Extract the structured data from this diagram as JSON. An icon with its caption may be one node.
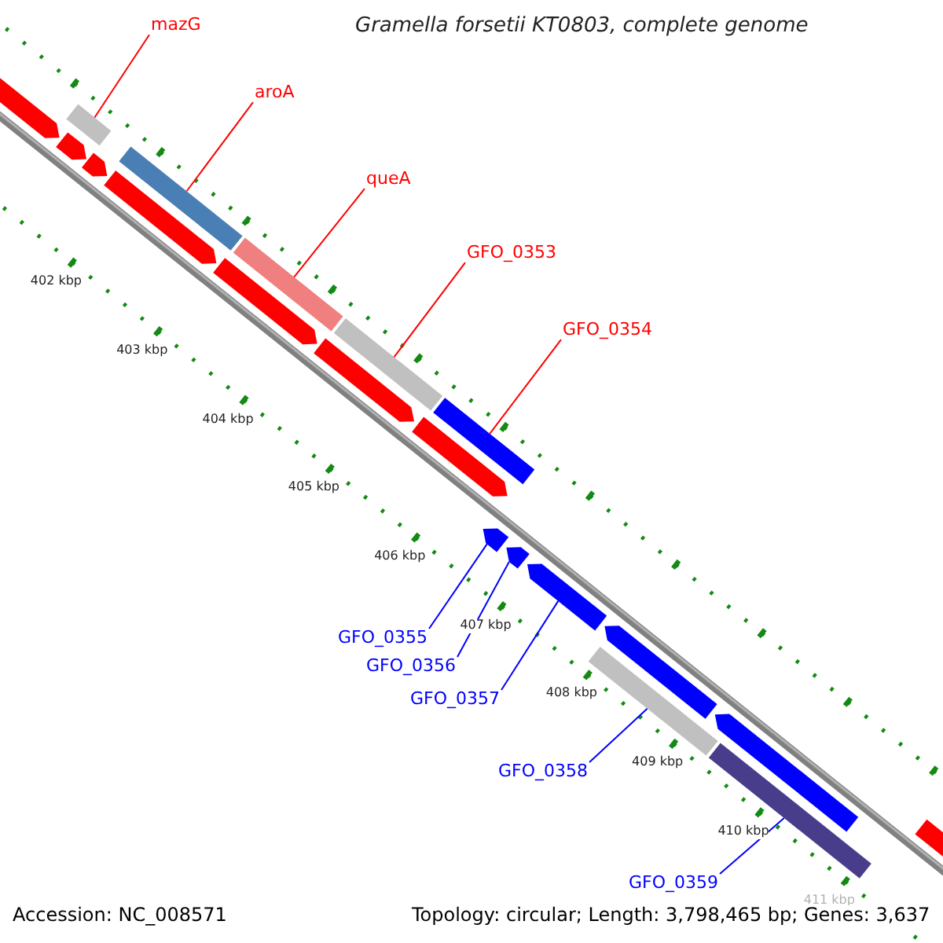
{
  "diagram": {
    "title": "Gramella forsetii KT0803, complete genome",
    "nodes": [
      {
        "text": [
          "mazG"
        ]
      },
      {
        "text": [
          "aroA"
        ]
      },
      {
        "text": [
          "queA"
        ]
      },
      {
        "text": [
          "GFO_0353"
        ]
      },
      {
        "text": [
          "GFO_0354"
        ]
      },
      {
        "text": [
          "GFO_0355"
        ]
      },
      {
        "text": [
          "GFO_0356"
        ]
      },
      {
        "text": [
          "GFO_0357"
        ]
      },
      {
        "text": [
          "GFO_0358"
        ]
      },
      {
        "text": [
          "GFO_0359"
        ]
      },
      {
        "text": [],
        "shape": "bar"
      },
      {
        "text": [],
        "shape": "bar"
      },
      {
        "text": [],
        "shape": "bar"
      },
      {
        "text": [],
        "shape": "bar"
      },
      {
        "text": [],
        "shape": "bar"
      },
      {
        "text": [],
        "shape": "bar"
      },
      {
        "text": [],
        "shape": "bar"
      },
      {
        "text": [],
        "shape": "bar"
      },
      {
        "text": [],
        "shape": "bar"
      },
      {
        "text": [],
        "shape": "bar"
      },
      {
        "text": [],
        "shape": "bar"
      },
      {
        "text": [],
        "shape": "bar"
      },
      {
        "text": [],
        "shape": "bar"
      },
      {
        "text": [],
        "shape": "bar"
      },
      {
        "text": [],
        "shape": "bar"
      },
      {
        "text": [],
        "shape": "bar"
      },
      {
        "text": [],
        "shape": "bar"
      },
      {
        "text": [],
        "shape": "bar"
      },
      {
        "text": [],
        "shape": "bar"
      },
      {
        "text": [],
        "shape": "bar"
      }
    ],
    "edges": [
      {
        "from": 0,
        "to": 10,
        "arrow": "none",
        "color": "#ff0000"
      },
      {
        "from": 1,
        "to": 11,
        "arrow": "none",
        "color": "#ff0000"
      },
      {
        "from": 2,
        "to": 12,
        "arrow": "none",
        "color": "#ff0000"
      },
      {
        "from": 3,
        "to": 13,
        "arrow": "none",
        "color": "#ff0000"
      },
      {
        "from": 4,
        "to": 14,
        "arrow": "none",
        "color": "#ff0000"
      },
      {
        "from": 5,
        "to": 15,
        "arrow": "none",
        "color": "#0000ff"
      },
      {
        "from": 6,
        "to": 16,
        "arrow": "none",
        "color": "#0000ff"
      },
      {
        "from": 7,
        "to": 17,
        "arrow": "none",
        "color": "#0000ff"
      },
      {
        "from": 8,
        "to": 18,
        "arrow": "none",
        "color": "#0000ff"
      },
      {
        "from": 9,
        "to": 19,
        "arrow": "none",
        "color": "#0000ff"
      }
    ],
    "labels": [
      "402 kbp",
      "403 kbp",
      "404 kbp",
      "405 kbp",
      "406 kbp",
      "407 kbp",
      "408 kbp",
      "409 kbp",
      "410 kbp",
      "411 kbp",
      "Accession: NC_008571",
      "Topology: circular; Length: 3,798,465 bp; Genes: 3,637"
    ]
  }
}
